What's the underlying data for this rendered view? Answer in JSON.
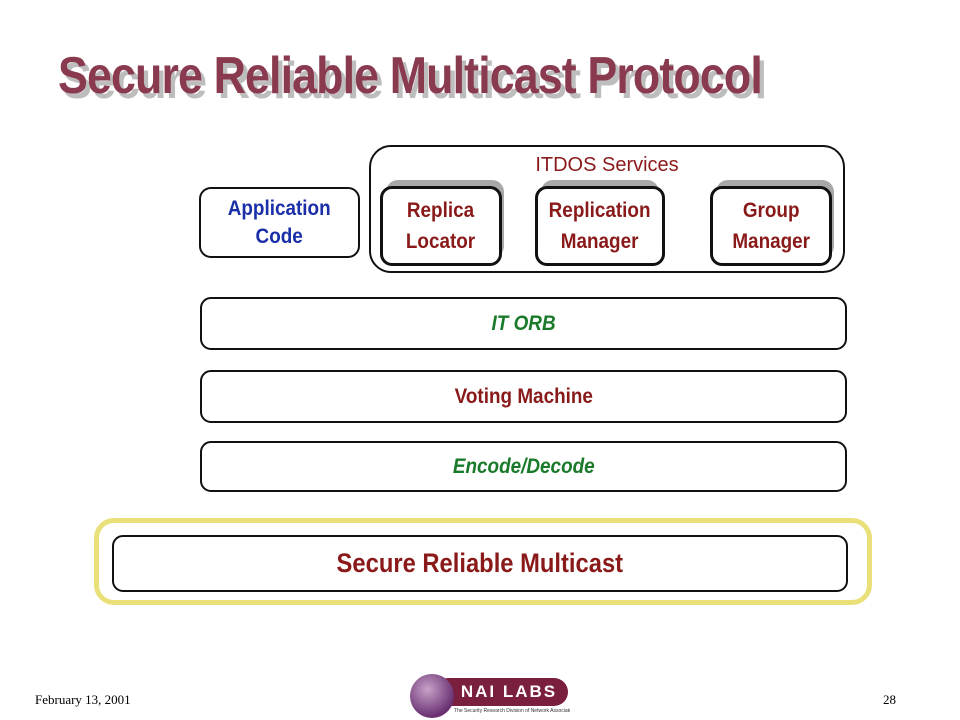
{
  "title": "Secure Reliable Multicast Protocol",
  "services": {
    "label": "ITDOS Services",
    "items": [
      {
        "line1": "Replica",
        "line2": "Locator"
      },
      {
        "line1": "Replication",
        "line2": "Manager"
      },
      {
        "line1": "Group",
        "line2": "Manager"
      }
    ]
  },
  "app_code": {
    "line1": "Application",
    "line2": "Code"
  },
  "layers": {
    "it_orb": "IT ORB",
    "voting_machine": "Voting Machine",
    "encode_decode": "Encode/Decode",
    "secure_reliable_multicast": "Secure Reliable Multicast"
  },
  "footer": {
    "date": "February 13, 2001",
    "page": "28"
  },
  "logo": {
    "name": "NAI LABS",
    "tagline": "The Security Research Division of Network Associates, Inc."
  },
  "colors": {
    "title": "#8a3a4f",
    "dark_red_text": "#8a1a1a",
    "blue_text": "#1a2fa8",
    "green_text": "#1a7a2a",
    "highlight_border": "#eae07a"
  }
}
